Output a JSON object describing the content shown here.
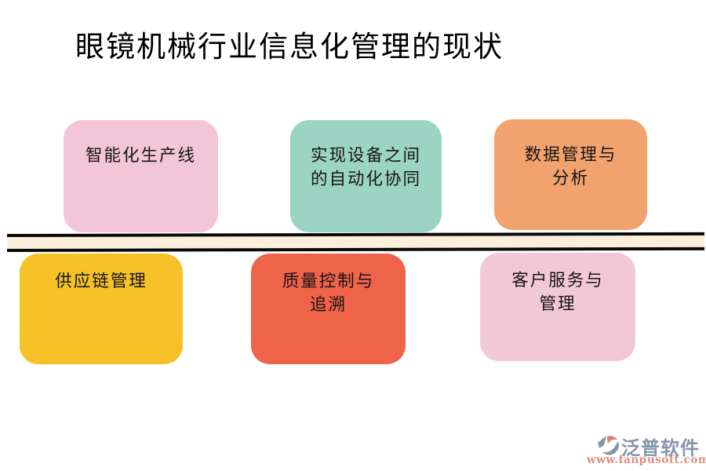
{
  "title": {
    "text": "眼镜机械行业信息化管理的现状",
    "color": "#000000"
  },
  "divider": {
    "band_color": "#FBEFDC",
    "line_color": "#0A0A0A"
  },
  "boxes": [
    {
      "name": "smart-production-line",
      "label": "智能化生产线",
      "color": "#F3C6D7"
    },
    {
      "name": "device-collaboration",
      "label": "实现设备之间\n的自动化协同",
      "color": "#9CD4C3"
    },
    {
      "name": "data-management-analysis",
      "label": "数据管理与\n分析",
      "color": "#F2A26C"
    },
    {
      "name": "supply-chain-management",
      "label": "供应链管理",
      "color": "#F5C127"
    },
    {
      "name": "quality-control-traceability",
      "label": "质量控制与\n追溯",
      "color": "#EF6349"
    },
    {
      "name": "customer-service-management",
      "label": "客户服务与\n管理",
      "color": "#F3C8D6"
    }
  ],
  "logo": {
    "brand": "泛普软件",
    "url": "www.fanpusoft.com",
    "brand_color": "#8495AB",
    "url_color": "#DC8F7E",
    "icon": "fanpu-logo-icon",
    "icon_colors": [
      "#8495AB",
      "#D98470"
    ]
  }
}
